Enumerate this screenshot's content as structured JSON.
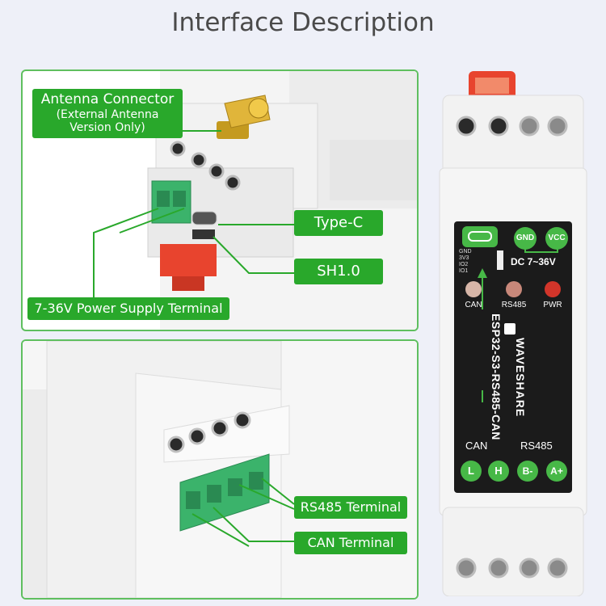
{
  "page": {
    "title": "Interface Description"
  },
  "labels": {
    "antenna_title": "Antenna Connector",
    "antenna_sub1": "(External Antenna",
    "antenna_sub2": "Version Only)",
    "type_c": "Type-C",
    "sh10": "SH1.0",
    "power": "7-36V Power Supply Terminal",
    "rs485_terminal": "RS485 Terminal",
    "can_terminal": "CAN Terminal"
  },
  "device": {
    "gnd": "GND",
    "vcc": "VCC",
    "dc_range": "DC 7~36V",
    "pins": [
      "GND",
      "3V3",
      "IO2",
      "IO1"
    ],
    "leds": [
      "CAN",
      "RS485",
      "PWR"
    ],
    "brand": "WAVESHARE",
    "model": "ESP32-S3-RS485-CAN",
    "can_header": "CAN",
    "rs485_header": "RS485",
    "terminals": [
      "L",
      "H",
      "B-",
      "A+"
    ]
  },
  "colors": {
    "accent": "#29a82b",
    "frame": "#5fbf5f",
    "clip": "#e8442e",
    "label_bg": "#1b1b1b"
  }
}
